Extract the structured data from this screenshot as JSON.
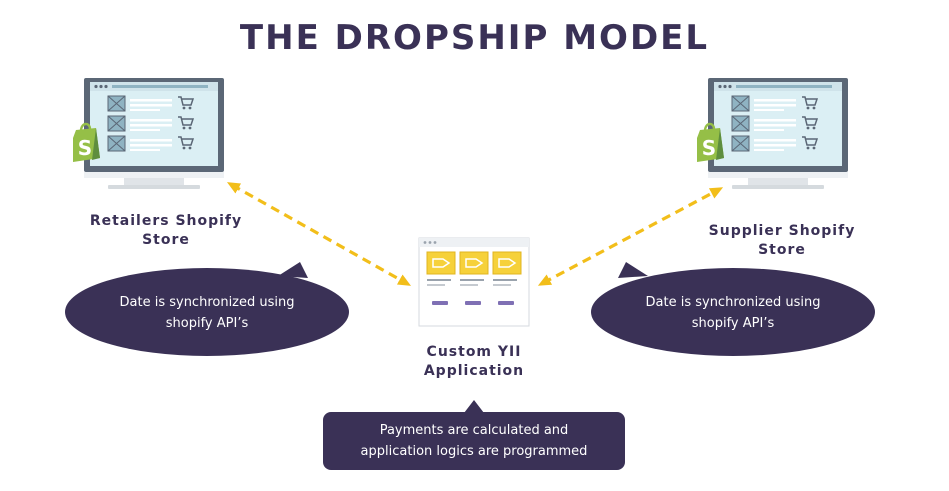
{
  "title": "THE DROPSHIP MODEL",
  "retailer": {
    "line1": "Retailers Shopify",
    "line2": "Store"
  },
  "supplier": {
    "line1": "Supplier Shopify",
    "line2": "Store"
  },
  "app": {
    "line1": "Custom YII",
    "line2": "Application"
  },
  "bubble_left": {
    "line1": "Date is synchronized using",
    "line2": "shopify API’s"
  },
  "bubble_right": {
    "line1": "Date is synchronized using",
    "line2": "shopify API’s"
  },
  "bubble_bottom": {
    "line1": "Payments are calculated and",
    "line2": "application logics are programmed"
  },
  "colors": {
    "navy": "#3a3156",
    "arrow": "#f2be1a",
    "shopify_green": "#95bf47",
    "screen_bg": "#dbeff4",
    "monitor": "#5b6776",
    "tag_yellow": "#f6d13a"
  },
  "icons": [
    "shopify-bag-icon",
    "cart-icon",
    "image-placeholder-icon",
    "price-tag-icon"
  ]
}
